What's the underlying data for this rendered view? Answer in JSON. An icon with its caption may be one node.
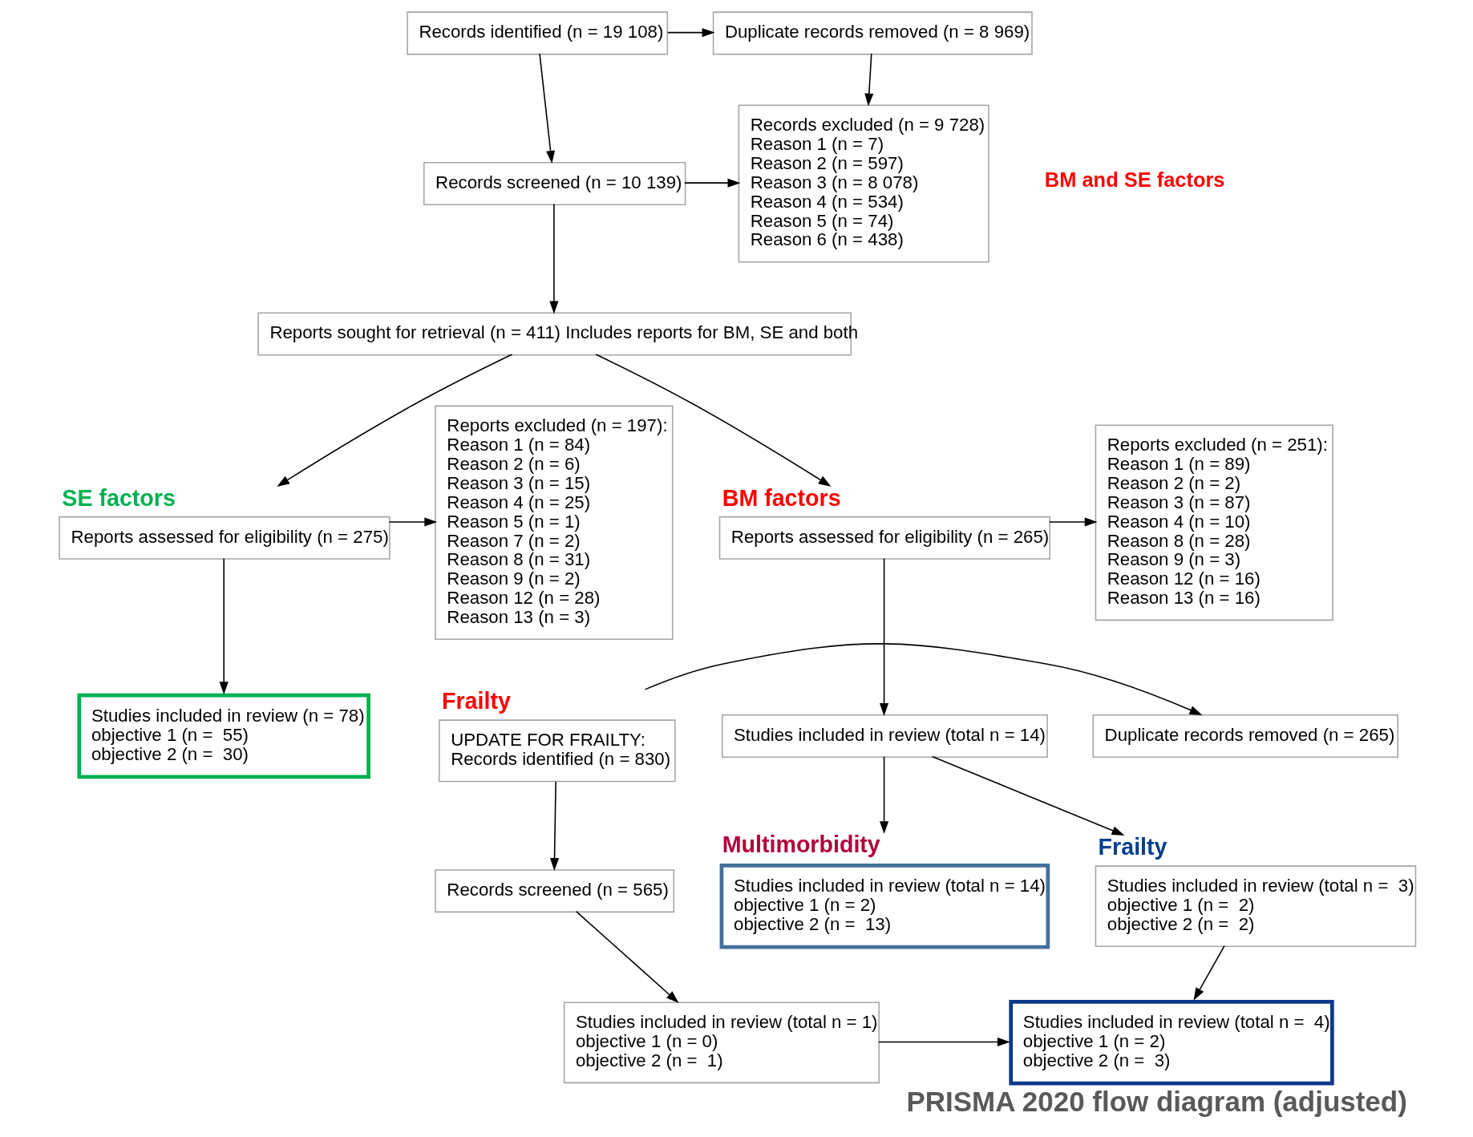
{
  "diagram": {
    "caption": "PRISMA 2020 flow diagram (adjusted)",
    "nodes": [
      {
        "text": [
          "Records identified (n = 19 108)"
        ]
      },
      {
        "text": [
          "Duplicate records removed (n = 8 969)"
        ]
      },
      {
        "text": [
          "Records screened (n = 10 139)"
        ]
      },
      {
        "text": [
          "Records excluded (n = 9 728)",
          "Reason 1 (n = 7)",
          "Reason 2 (n = 597)",
          "Reason 3 (n = 8 078)",
          "Reason 4 (n = 534)",
          "Reason 5 (n = 74)",
          "Reason 6 (n = 438)"
        ]
      },
      {
        "text": [
          "Reports sought for retrieval (n = 411) Includes reports for BM, SE and both"
        ]
      },
      {
        "text": [
          "Reports assessed for eligibility (n = 265)"
        ],
        "beside": [
          "BM factors"
        ]
      },
      {
        "text": [
          "Reports assessed for eligibility (n = 275)"
        ],
        "beside": [
          "SE factors"
        ]
      },
      {
        "text": [
          "Reports excluded (n = 251):",
          "Reason 1 (n = 89)",
          "Reason 2 (n = 2)",
          "Reason 3 (n = 87)",
          "Reason 4 (n = 10)",
          "Reason 8 (n = 28)",
          "Reason 9 (n = 3)",
          "Reason 12 (n = 16)",
          "Reason 13 (n = 16)"
        ]
      },
      {
        "text": [
          "Reports excluded (n = 197):",
          "Reason 1 (n = 84)",
          "Reason 2 (n = 6)",
          "Reason 3 (n = 15)",
          "Reason 4 (n = 25)",
          "Reason 5 (n = 1)",
          "Reason 7 (n = 2)",
          "Reason 8 (n = 31)",
          "Reason 9 (n = 2)",
          "Reason 12 (n = 28)",
          "Reason 13 (n = 3)"
        ]
      },
      {
        "text": [
          "Studies included in review (total n = 14)"
        ]
      },
      {
        "text": [
          "Studies included in review (n = 78)",
          "objective 1 (n =  55)",
          "objective 2 (n =  30)"
        ]
      },
      {
        "text": [
          "UPDATE FOR FRAILTY:",
          "Records identified (n = 830)"
        ],
        "beside": [
          "Frailty"
        ]
      },
      {
        "text": [
          "Duplicate records removed (n = 265)"
        ]
      },
      {
        "text": [
          "Records screened (n = 565)"
        ]
      },
      {
        "text": [
          "Studies included in review (total n =  3)",
          "objective 1 (n =  2)",
          "objective 2 (n =  2)"
        ],
        "beside": [
          "Frailty"
        ]
      },
      {
        "text": [
          "Studies included in review (total n = 14)",
          "objective 1 (n = 2)",
          "objective 2 (n =  13)"
        ],
        "beside": [
          "Multimorbidity"
        ]
      },
      {
        "text": [
          "Studies included in review (total n = 1)",
          "objective 1 (n = 0)",
          "objective 2 (n =  1)"
        ]
      },
      {
        "text": [
          "Studies included in review (total n =  4)",
          "objective 1 (n = 2)",
          "objective 2 (n =  3)"
        ]
      }
    ],
    "edges": [
      {
        "from": 0,
        "to": 1,
        "arrow": "to"
      },
      {
        "from": 1,
        "to": 3,
        "arrow": "to"
      },
      {
        "from": 0,
        "to": 2,
        "arrow": "to"
      },
      {
        "from": 2,
        "to": 3,
        "arrow": "to"
      },
      {
        "from": 2,
        "to": 4,
        "arrow": "to"
      },
      {
        "from": 4,
        "to": 5,
        "arrow": "to"
      },
      {
        "from": 4,
        "to": 6,
        "arrow": "to"
      },
      {
        "from": 5,
        "to": 7,
        "arrow": "to"
      },
      {
        "from": 6,
        "to": 8,
        "arrow": "to"
      },
      {
        "from": 5,
        "to": 9,
        "arrow": "to"
      },
      {
        "from": 6,
        "to": 10,
        "arrow": "to"
      },
      {
        "from": 9,
        "to": 14,
        "arrow": "to"
      },
      {
        "from": 9,
        "to": 15,
        "arrow": "to"
      },
      {
        "from": 11,
        "to": 12,
        "arrow": "to"
      },
      {
        "from": 11,
        "to": 13,
        "arrow": "to"
      },
      {
        "from": 13,
        "to": 16,
        "arrow": "to"
      },
      {
        "from": 16,
        "to": 17,
        "arrow": "to"
      },
      {
        "from": 14,
        "to": 17,
        "arrow": "to"
      }
    ],
    "labels": [
      "BM and SE factors"
    ]
  }
}
